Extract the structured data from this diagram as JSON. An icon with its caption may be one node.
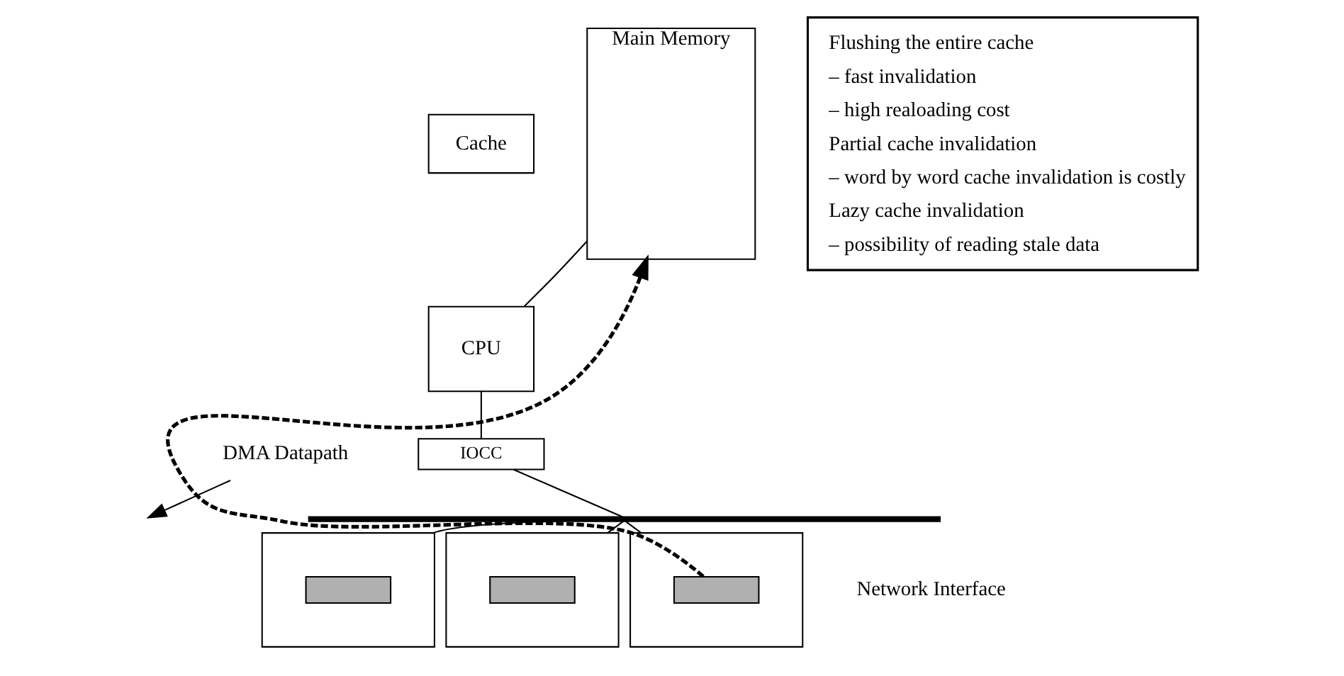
{
  "diagram": {
    "nodes": [
      {
        "text": [
          "Cache"
        ]
      },
      {
        "text": [
          "CPU"
        ]
      },
      {
        "text": [
          "Main Memory"
        ]
      },
      {
        "text": [
          "IOCC"
        ]
      },
      {
        "text": [],
        "shape": "bar"
      },
      {
        "text": [],
        "shape": "box"
      },
      {
        "text": [],
        "shape": "box"
      },
      {
        "text": [],
        "shape": "box",
        "beside": [
          "Network Interface"
        ]
      },
      {
        "text": [],
        "shape": "box",
        "in": 5
      },
      {
        "text": [],
        "shape": "box",
        "in": 6
      },
      {
        "text": [],
        "shape": "box",
        "in": 7
      },
      {
        "text": [
          "Flushing the entire cache",
          "– fast invalidation",
          "– high realoading cost",
          "Partial cache invalidation",
          "– word by word cache invalidation is costly",
          "Lazy cache invalidation",
          "– possibility of reading stale data"
        ]
      },
      {
        "text": [
          "DMA Datapath"
        ]
      }
    ],
    "edges": [
      {
        "from": 1,
        "to": 2,
        "arrow": "none"
      },
      {
        "from": 1,
        "to": 3,
        "arrow": "none"
      },
      {
        "from": 3,
        "to": 4,
        "arrow": "none"
      },
      {
        "from": 4,
        "to": 5,
        "arrow": "none"
      },
      {
        "from": 4,
        "to": 6,
        "arrow": "none"
      },
      {
        "from": 4,
        "to": 7,
        "arrow": "none"
      },
      {
        "from": 10,
        "to": 2,
        "arrow": "to",
        "style": "dashed"
      },
      {
        "from": 12,
        "to": null,
        "arrow": "to"
      }
    ]
  }
}
